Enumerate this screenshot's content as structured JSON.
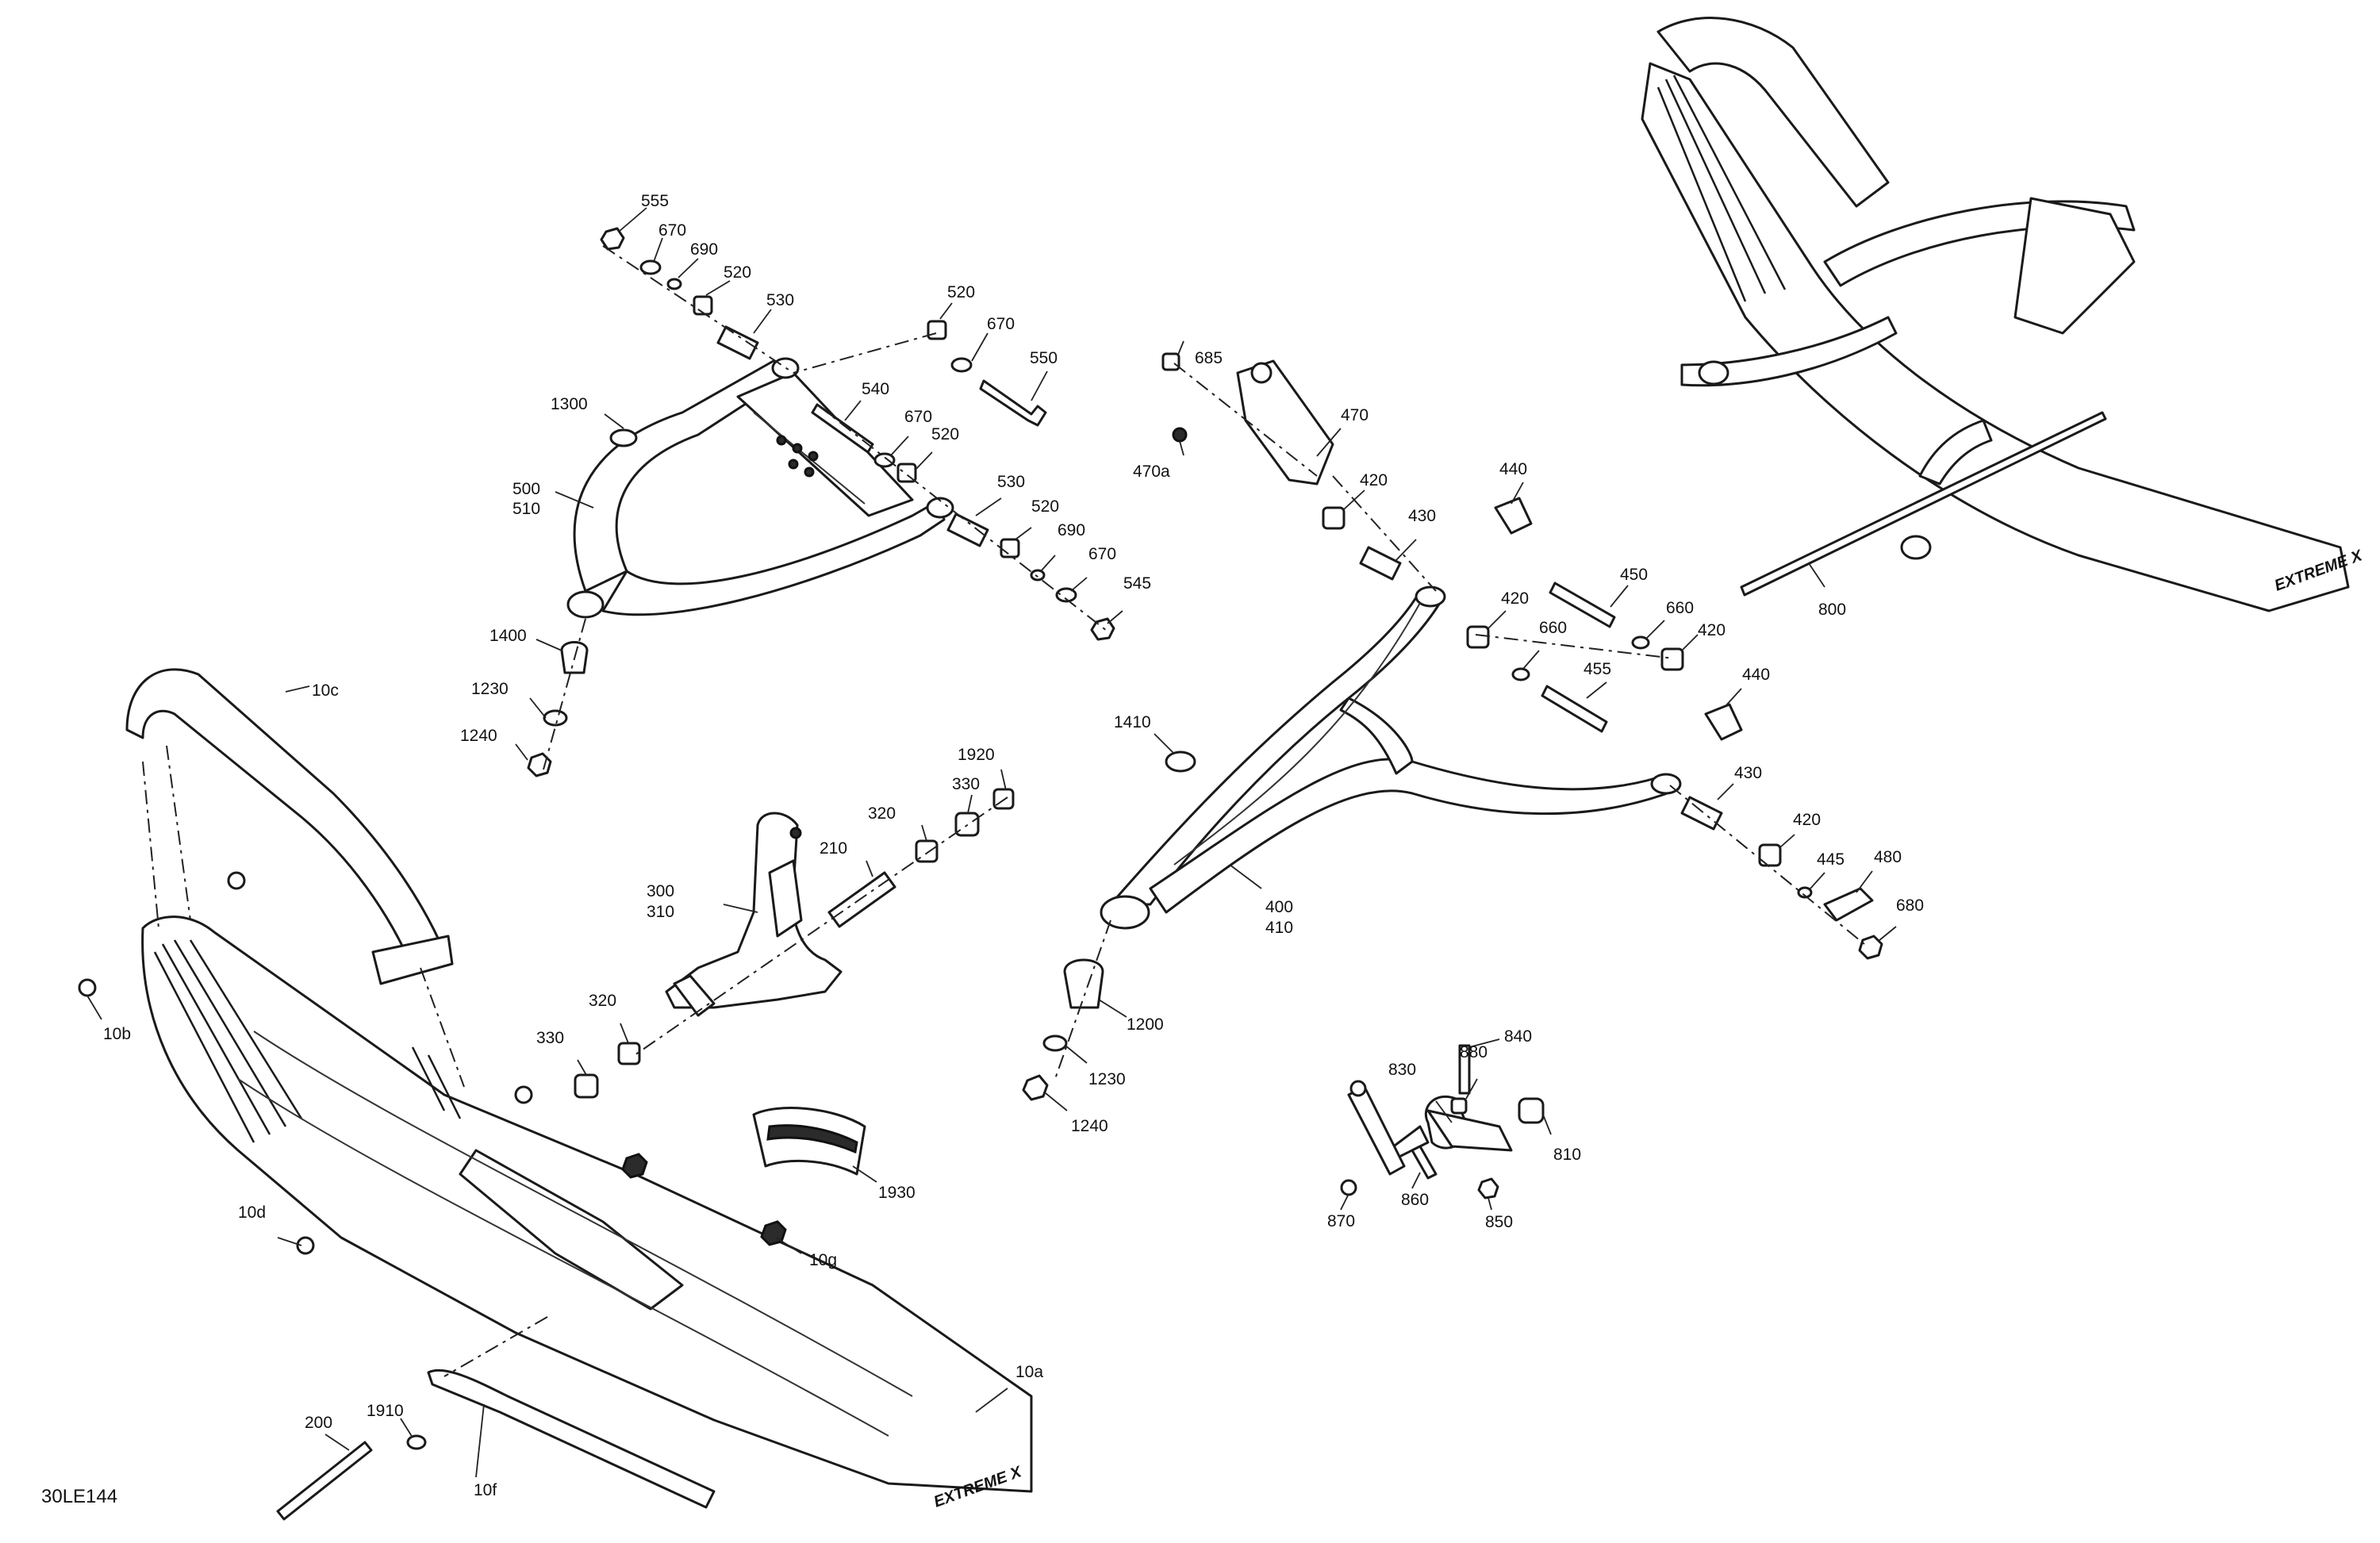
{
  "figure_code": "30LE144",
  "ski_logo": "EXTREME X",
  "callouts": {
    "c555": "555",
    "c670a": "670",
    "c690a": "690",
    "c520a": "520",
    "c530a": "530",
    "c520b": "520",
    "c670b": "670",
    "c550": "550",
    "c540": "540",
    "c670c": "670",
    "c520c": "520",
    "c1300": "1300",
    "c500": "500",
    "c510": "510",
    "c530b": "530",
    "c520d": "520",
    "c690b": "690",
    "c670d": "670",
    "c545": "545",
    "c1400": "1400",
    "c1230a": "1230",
    "c1240a": "1240",
    "c685": "685",
    "c470": "470",
    "c470a": "470a",
    "c420a": "420",
    "c430a": "430",
    "c440a": "440",
    "c450": "450",
    "c420b": "420",
    "c660a": "660",
    "c660b": "660",
    "c420c": "420",
    "c455": "455",
    "c440b": "440",
    "c1410": "1410",
    "c430b": "430",
    "c420d": "420",
    "c445": "445",
    "c480": "480",
    "c680": "680",
    "c400": "400",
    "c410": "410",
    "c1200": "1200",
    "c1230b": "1230",
    "c1240b": "1240",
    "c800": "800",
    "c10c": "10c",
    "c10b": "10b",
    "c1920": "1920",
    "c330a": "330",
    "c320a": "320",
    "c210": "210",
    "c300": "300",
    "c310": "310",
    "c320b": "320",
    "c330b": "330",
    "c1930": "1930",
    "c10d": "10d",
    "c10g": "10g",
    "c1910": "1910",
    "c200": "200",
    "c10f": "10f",
    "c10a": "10a",
    "c880": "880",
    "c840": "840",
    "c830": "830",
    "c810": "810",
    "c870": "870",
    "c860": "860",
    "c850": "850"
  }
}
